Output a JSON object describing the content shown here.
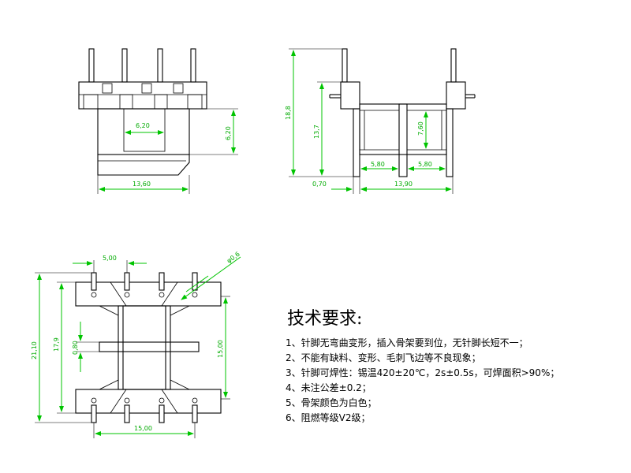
{
  "drawing": {
    "front_view": {
      "dim_width_outer": "13,60",
      "dim_window_width": "6,20",
      "dim_window_height": "6,20"
    },
    "side_view": {
      "dim_total_height": "18,8",
      "dim_body_height": "13,7",
      "dim_window_height": "7,60",
      "dim_slot_left": "5,80",
      "dim_slot_right": "5,80",
      "dim_flange": "0,70",
      "dim_width": "13,90"
    },
    "top_view": {
      "dim_pin_pitch": "5,00",
      "dim_pin_dia": "φ0,6",
      "dim_total_length": "21,10",
      "dim_inner_length": "17,9",
      "dim_rib": "0,80",
      "dim_core_length": "15,00",
      "dim_width": "15,00"
    }
  },
  "requirements": {
    "title": "技术要求:",
    "items": [
      "1、针脚无弯曲变形，插入骨架要到位，无针脚长短不一；",
      "2、不能有缺料、变形、毛刺飞边等不良现象；",
      "3、针脚可焊性：锡温420±20℃，2s±0.5s，可焊面积>90%；",
      "4、未注公差±0.2；",
      "5、骨架颜色为白色；",
      "6、阻燃等级V2级；"
    ]
  }
}
